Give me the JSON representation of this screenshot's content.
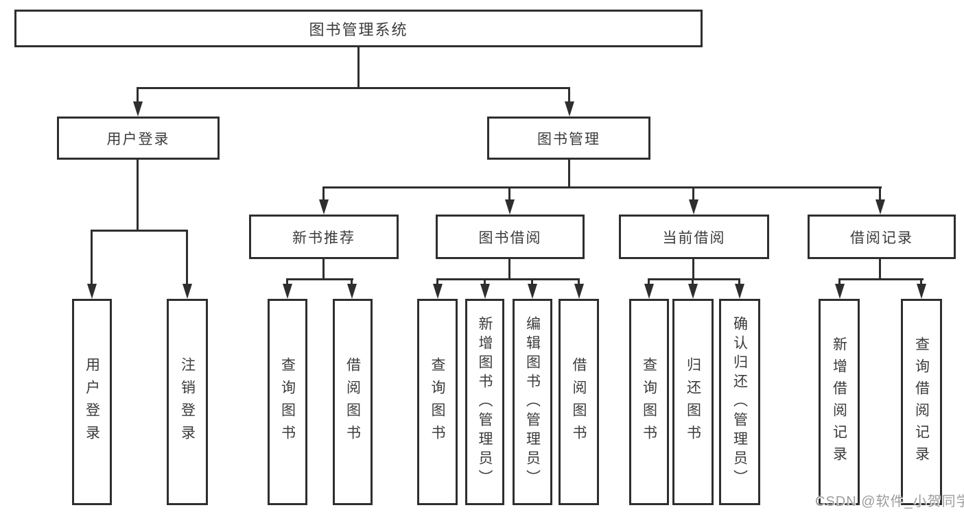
{
  "diagram": {
    "root": "图书管理系统",
    "level2": {
      "user": "用户登录",
      "mgmt": "图书管理"
    },
    "level3": {
      "recommend": "新书推荐",
      "borrow": "图书借阅",
      "current": "当前借阅",
      "records": "借阅记录"
    },
    "leaves": {
      "user_login": "用户登录",
      "user_logout": "注销登录",
      "rec_query": "查询图书",
      "rec_borrow": "借阅图书",
      "bor_query": "查询图书",
      "bor_add": "新增图书（管理员）",
      "bor_edit": "编辑图书（管理员）",
      "bor_borrow": "借阅图书",
      "cur_query": "查询图书",
      "cur_return": "归还图书",
      "cur_confirm": "确认归还（管理员）",
      "rcd_add": "新增借阅记录",
      "rcd_query": "查询借阅记录"
    }
  },
  "watermark": "CSDN @软件_小贺同学",
  "colors": {
    "line": "#2e2e2e",
    "text": "#3b3b3b",
    "watermark_text": "#9c9c9c",
    "background": "#ffffff"
  }
}
